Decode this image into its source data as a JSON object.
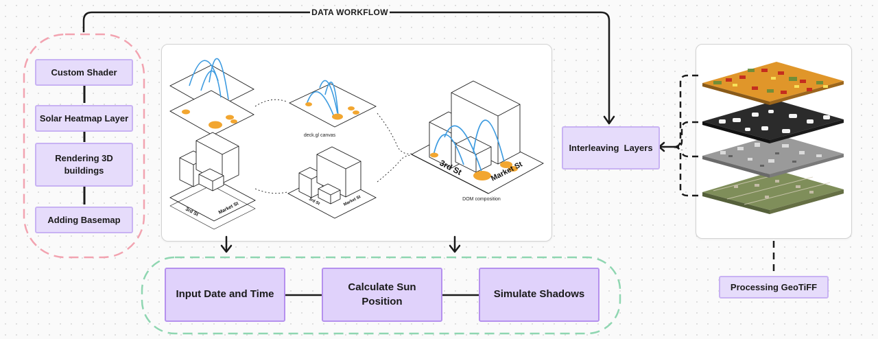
{
  "diagram": {
    "title": "DATA WORKFLOW",
    "left_stack": {
      "items": [
        "Custom Shader",
        "Solar Heatmap Layer",
        "Rendering 3D buildings",
        "Adding Basemap"
      ]
    },
    "illustration": {
      "canvas_label": "deck.gl canvas",
      "composition_label": "DOM composition",
      "street_a": "3rd St",
      "street_b": "Market St",
      "street_b_big": "Market St"
    },
    "bottom_flow": {
      "steps": [
        "Input Date and Time",
        "Calculate Sun Position",
        "Simulate Shadows"
      ]
    },
    "interleaving": "Interleaving  Layers",
    "geotiff": "Processing GeoTiFF",
    "colors": {
      "node_fill": "#e6dcfb",
      "node_border": "#c8b2f3",
      "pink_dash": "#f2a3b0",
      "green_dash": "#8fd6b1",
      "arc_blue": "#3d9be0",
      "heat_orange": "#f2a630"
    }
  }
}
